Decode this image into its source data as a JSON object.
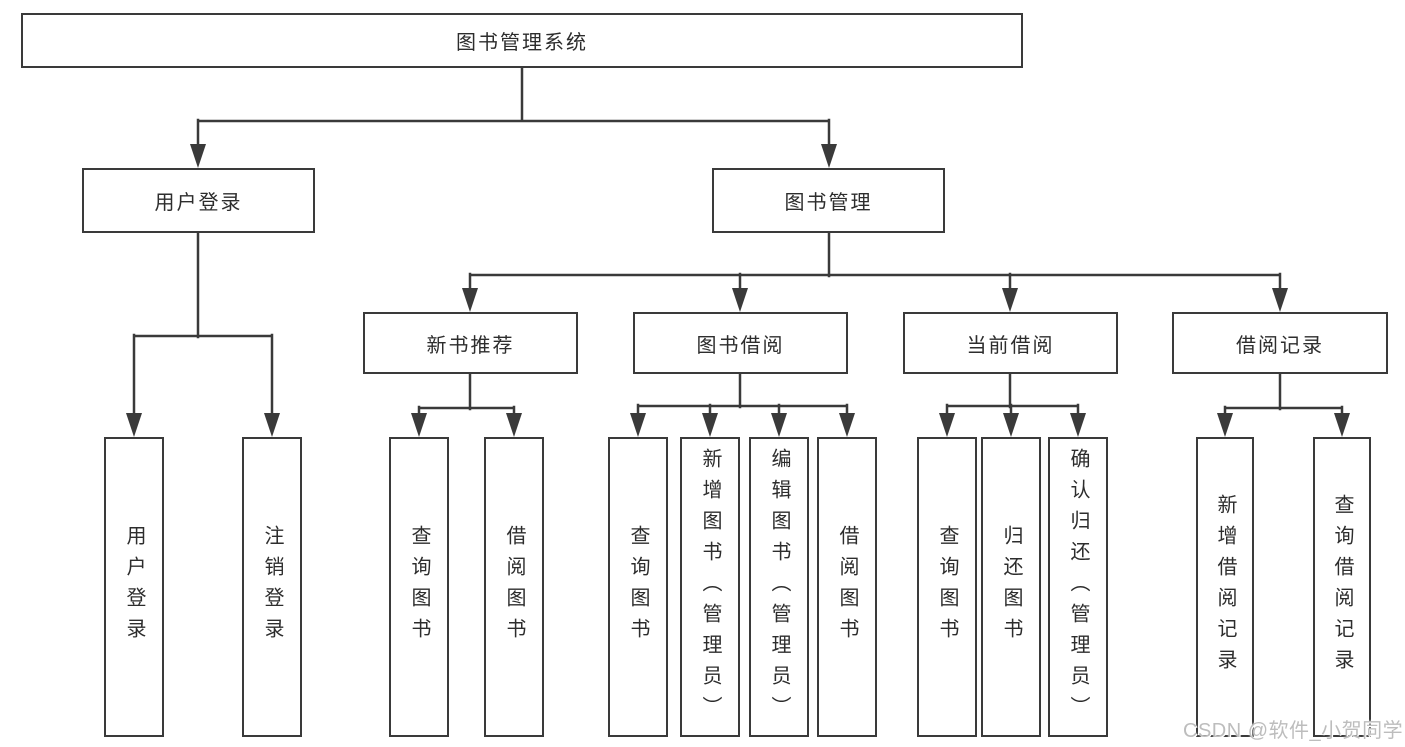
{
  "diagram_type": "hierarchy-tree",
  "colors": {
    "background": "#ffffff",
    "line": "#3a3a3a",
    "box_border": "#3a3a3a",
    "text": "#2d2d2d",
    "watermark": "#bdbdbd"
  },
  "tree": {
    "label": "图书管理系统",
    "children": [
      {
        "label": "用户登录",
        "children": [
          {
            "label": "用户登录"
          },
          {
            "label": "注销登录"
          }
        ]
      },
      {
        "label": "图书管理",
        "children": [
          {
            "label": "新书推荐",
            "children": [
              {
                "label": "查询图书"
              },
              {
                "label": "借阅图书"
              }
            ]
          },
          {
            "label": "图书借阅",
            "children": [
              {
                "label": "查询图书"
              },
              {
                "label": "新增图书（管理员）"
              },
              {
                "label": "编辑图书（管理员）"
              },
              {
                "label": "借阅图书"
              }
            ]
          },
          {
            "label": "当前借阅",
            "children": [
              {
                "label": "查询图书"
              },
              {
                "label": "归还图书"
              },
              {
                "label": "确认归还（管理员）"
              }
            ]
          },
          {
            "label": "借阅记录",
            "children": [
              {
                "label": "新增借阅记录"
              },
              {
                "label": "查询借阅记录"
              }
            ]
          }
        ]
      }
    ]
  },
  "watermark": {
    "text": "CSDN @软件_小贺同学"
  }
}
